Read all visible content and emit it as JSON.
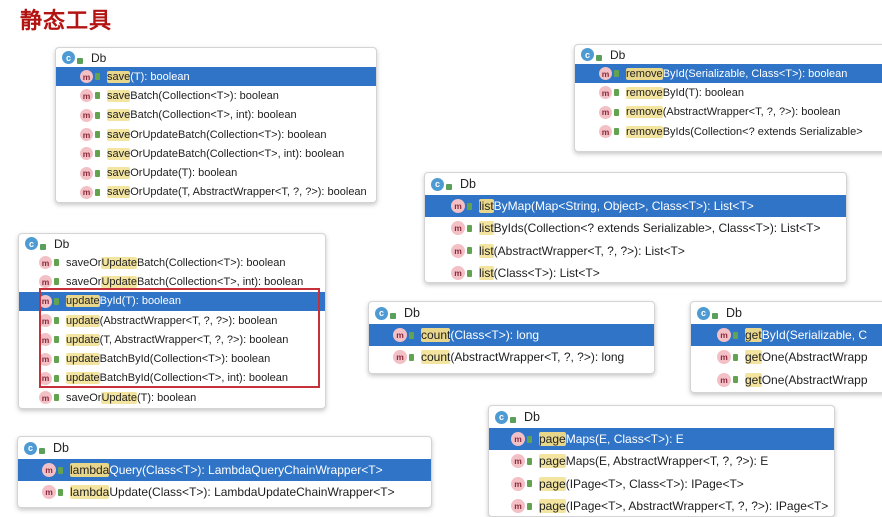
{
  "title": "静态工具",
  "panels": {
    "p1": {
      "header": "Db",
      "rows": [
        {
          "hl": "save",
          "rest": "(T): boolean"
        },
        {
          "hl": "save",
          "rest": "Batch(Collection<T>): boolean"
        },
        {
          "hl": "save",
          "rest": "Batch(Collection<T>, int): boolean"
        },
        {
          "hl": "save",
          "rest": "OrUpdateBatch(Collection<T>): boolean"
        },
        {
          "hl": "save",
          "rest": "OrUpdateBatch(Collection<T>, int): boolean"
        },
        {
          "hl": "save",
          "rest": "OrUpdate(T): boolean"
        },
        {
          "hl": "save",
          "rest": "OrUpdate(T, AbstractWrapper<T, ?, ?>): boolean"
        }
      ]
    },
    "p2": {
      "header": "Db",
      "rows": [
        {
          "pre": "saveOr",
          "hl": "Update",
          "rest": "Batch(Collection<T>): boolean"
        },
        {
          "pre": "saveOr",
          "hl": "Update",
          "rest": "Batch(Collection<T>, int): boolean"
        },
        {
          "hl": "update",
          "rest": "ById(T): boolean"
        },
        {
          "hl": "update",
          "rest": "(AbstractWrapper<T, ?, ?>): boolean"
        },
        {
          "hl": "update",
          "rest": "(T, AbstractWrapper<T, ?, ?>): boolean"
        },
        {
          "hl": "update",
          "rest": "BatchById(Collection<T>): boolean"
        },
        {
          "hl": "update",
          "rest": "BatchById(Collection<T>, int): boolean"
        },
        {
          "pre": "saveOr",
          "hl": "Update",
          "rest": "(T): boolean"
        }
      ]
    },
    "p3": {
      "header": "Db",
      "rows": [
        {
          "hl": "lambda",
          "rest": "Query(Class<T>): LambdaQueryChainWrapper<T>"
        },
        {
          "hl": "lambda",
          "rest": "Update(Class<T>): LambdaUpdateChainWrapper<T>"
        }
      ]
    },
    "p4": {
      "header": "Db",
      "rows": [
        {
          "hl": "remove",
          "rest": "ById(Serializable, Class<T>): boolean"
        },
        {
          "hl": "remove",
          "rest": "ById(T): boolean"
        },
        {
          "hl": "remove",
          "rest": "(AbstractWrapper<T, ?, ?>): boolean"
        },
        {
          "hl": "remove",
          "rest": "ByIds(Collection<? extends Serializable>"
        }
      ]
    },
    "p5": {
      "header": "Db",
      "rows": [
        {
          "hl": "list",
          "rest": "ByMap(Map<String, Object>, Class<T>): List<T>"
        },
        {
          "hl": "list",
          "rest": "ByIds(Collection<? extends Serializable>, Class<T>): List<T>"
        },
        {
          "hl": "list",
          "rest": "(AbstractWrapper<T, ?, ?>): List<T>"
        },
        {
          "hl": "list",
          "rest": "(Class<T>): List<T>"
        }
      ]
    },
    "p6": {
      "header": "Db",
      "rows": [
        {
          "hl": "count",
          "rest": "(Class<T>): long"
        },
        {
          "hl": "count",
          "rest": "(AbstractWrapper<T, ?, ?>): long"
        }
      ]
    },
    "p7": {
      "header": "Db",
      "rows": [
        {
          "hl": "get",
          "rest": "ById(Serializable, C"
        },
        {
          "hl": "get",
          "rest": "One(AbstractWrapp"
        },
        {
          "hl": "get",
          "rest": "One(AbstractWrapp"
        }
      ]
    },
    "p8": {
      "header": "Db",
      "rows": [
        {
          "hl": "page",
          "rest": "Maps(E, Class<T>): E"
        },
        {
          "hl": "page",
          "rest": "Maps(E, AbstractWrapper<T, ?, ?>): E"
        },
        {
          "hl": "page",
          "rest": "(IPage<T>, Class<T>): IPage<T>"
        },
        {
          "hl": "page",
          "rest": "(IPage<T>, AbstractWrapper<T, ?, ?>): IPage<T>"
        }
      ]
    }
  },
  "icons": {
    "class_icon": "c-class-icon",
    "method_icon": "m-method-icon",
    "visibility_icon": "public-lock-icon"
  },
  "colors": {
    "title": "#b31412",
    "selection": "#2f74c6",
    "match_highlight": "#f3e4a0",
    "red_box": "#c6303b"
  }
}
